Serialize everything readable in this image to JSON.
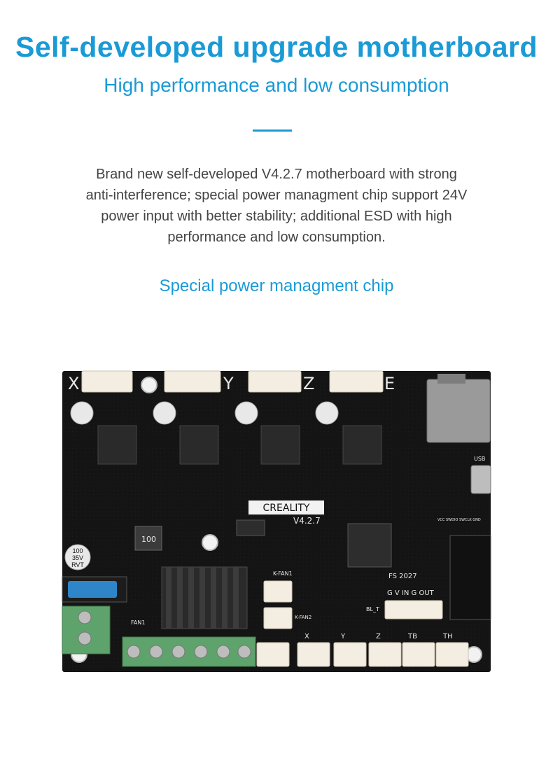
{
  "header": {
    "title": "Self-developed upgrade motherboard",
    "subtitle": "High performance and low consumption"
  },
  "description": {
    "lines": [
      "Brand new self-developed V4.2.7 motherboard with strong",
      "anti-interference; special power managment chip support 24V",
      "power input with better stability; additional ESD with high",
      "performance and low consumption."
    ]
  },
  "section": {
    "label": "Special power managment chip"
  },
  "board": {
    "brand": "CREALITY",
    "version": "V4.2.7",
    "axis_labels": [
      "X",
      "Y",
      "Z",
      "E"
    ],
    "bottom_connectors": [
      "X",
      "Y",
      "Z",
      "TB",
      "TH"
    ],
    "capacitor_label": [
      "100",
      "35V",
      "RVT"
    ],
    "inductor_label": "100",
    "usb_label": "USB",
    "port_row_label": "G V IN G OUT",
    "fs_label": "FS 2027",
    "k_fan1": "K-FAN1",
    "k_fan2": "K-FAN2",
    "fan1": "FAN1",
    "bl_t": "BL_T",
    "pin_header_label": "VCC SWDIO SWCLK GND",
    "colors": {
      "pcb": "#141414",
      "connector_white": "#f3ede2",
      "terminal_green": "#5fa36c",
      "fuse_blue": "#2e86c8",
      "sd_slot": "#9a9a9a"
    }
  }
}
